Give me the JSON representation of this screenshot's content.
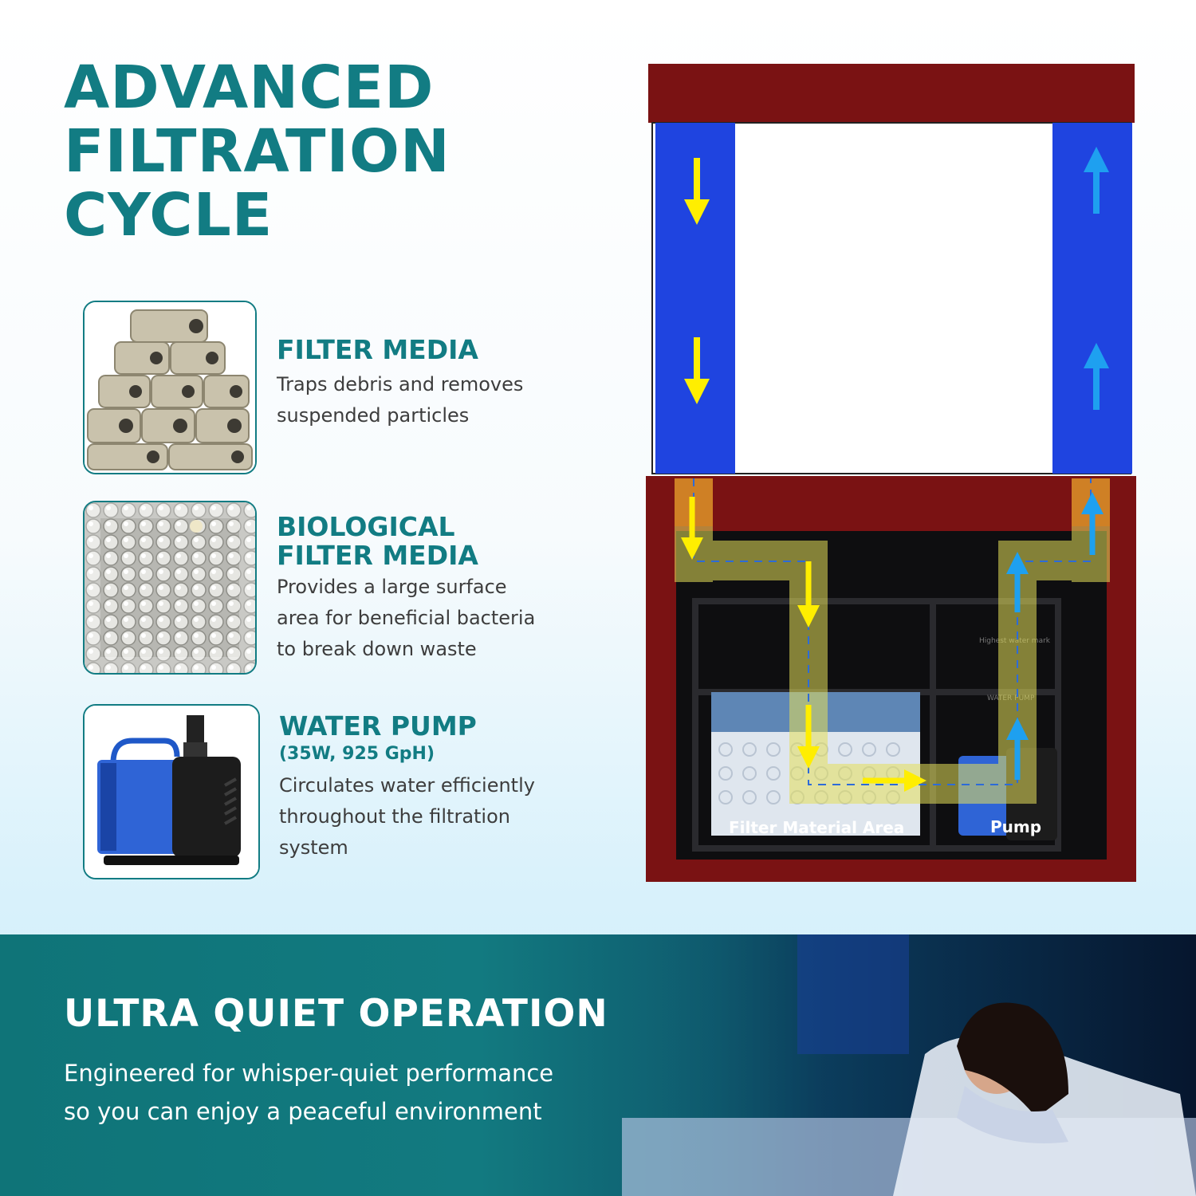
{
  "headline": {
    "lines": [
      "ADVANCED",
      "FILTRATION",
      "CYCLE"
    ]
  },
  "features": [
    {
      "title_lines": [
        "FILTER MEDIA"
      ],
      "desc_lines": [
        "Traps debris and removes",
        "suspended particles"
      ],
      "icon": "ceramic-rings-icon"
    },
    {
      "title_lines": [
        "BIOLOGICAL",
        "FILTER MEDIA"
      ],
      "desc_lines": [
        "Provides a large surface",
        "area for beneficial bacteria",
        "to break down waste"
      ],
      "icon": "bio-balls-icon"
    },
    {
      "title_lines": [
        "WATER PUMP"
      ],
      "subtitle": "(35W, 925 GpH)",
      "desc_lines": [
        "Circulates water efficiently",
        "throughout the filtration",
        "system"
      ],
      "icon": "water-pump-icon"
    }
  ],
  "diagram": {
    "labels": {
      "filter_area": "Filter Material Area",
      "pump": "Pump",
      "highest_mark": "Highest water mark",
      "water_pump": "WATER PUMP"
    },
    "colors": {
      "cabinet": "#7a1213",
      "column": "#1f44e0",
      "down_arrow": "#ffee00",
      "up_arrow": "#1ea0f0",
      "flow_path": "#e6e05a"
    }
  },
  "banner": {
    "title": "ULTRA QUIET OPERATION",
    "desc_lines": [
      "Engineered for whisper-quiet performance",
      "so you can enjoy a peaceful environment"
    ]
  }
}
